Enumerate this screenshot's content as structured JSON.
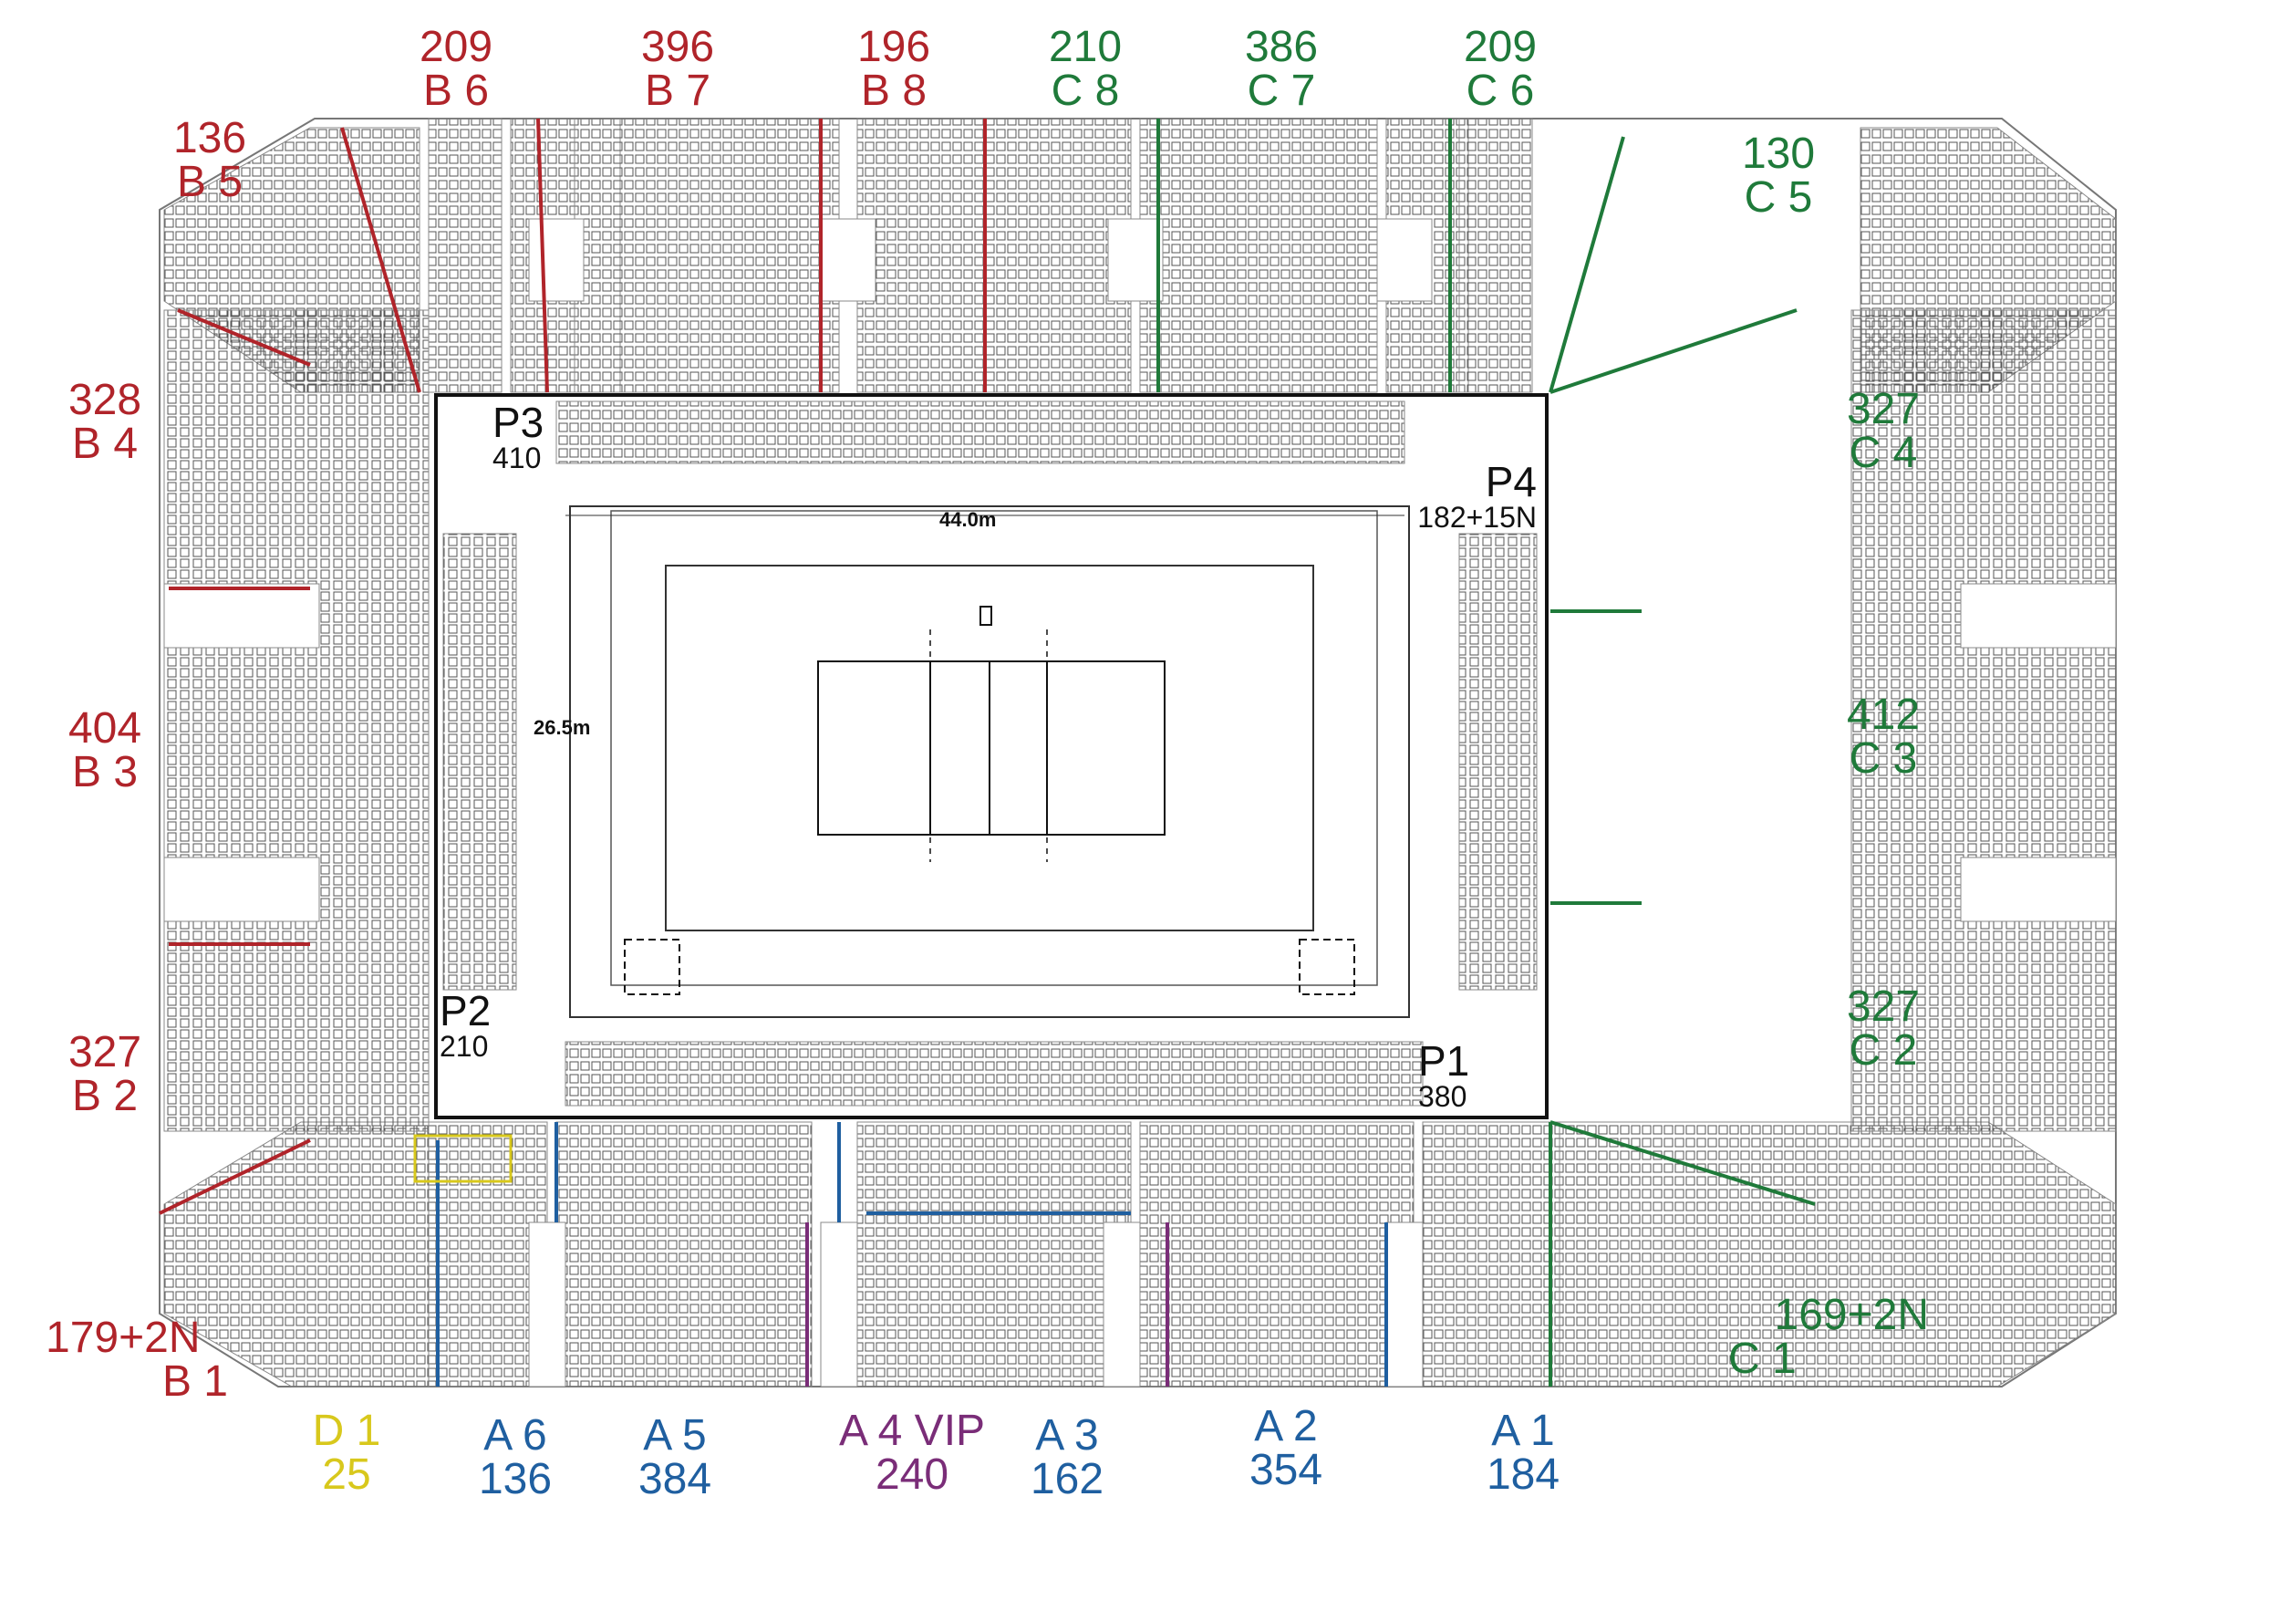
{
  "sections": {
    "b6": {
      "count": "209",
      "name": "B 6"
    },
    "b7": {
      "count": "396",
      "name": "B 7"
    },
    "b8": {
      "count": "196",
      "name": "B 8"
    },
    "c8": {
      "count": "210",
      "name": "C 8"
    },
    "c7": {
      "count": "386",
      "name": "C 7"
    },
    "c6": {
      "count": "209",
      "name": "C 6"
    },
    "b5": {
      "count": "136",
      "name": "B 5"
    },
    "c5": {
      "count": "130",
      "name": "C 5"
    },
    "b4": {
      "count": "328",
      "name": "B 4"
    },
    "c4": {
      "count": "327",
      "name": "C 4"
    },
    "b3": {
      "count": "404",
      "name": "B 3"
    },
    "c3": {
      "count": "412",
      "name": "C 3"
    },
    "b2": {
      "count": "327",
      "name": "B 2"
    },
    "c2": {
      "count": "327",
      "name": "C 2"
    },
    "b1": {
      "count": "179+2N",
      "name": "B 1"
    },
    "c1": {
      "count": "169+2N",
      "name": "C 1"
    },
    "d1": {
      "name": "D 1",
      "count": "25"
    },
    "a6": {
      "name": "A 6",
      "count": "136"
    },
    "a5": {
      "name": "A 5",
      "count": "384"
    },
    "a4": {
      "name": "A 4 VIP",
      "count": "240"
    },
    "a3": {
      "name": "A 3",
      "count": "162"
    },
    "a2": {
      "name": "A 2",
      "count": "354"
    },
    "a1": {
      "name": "A 1",
      "count": "184"
    }
  },
  "platforms": {
    "p1": {
      "name": "P1",
      "count": "380"
    },
    "p2": {
      "name": "P2",
      "count": "210"
    },
    "p3": {
      "name": "P3",
      "count": "410"
    },
    "p4": {
      "name": "P4",
      "count": "182+15N"
    }
  },
  "court": {
    "width_label": "44.0m",
    "height_label": "26.5m"
  },
  "colors": {
    "b_sections": "#b0242a",
    "c_sections": "#1f7a3a",
    "a_sections": "#1f5fa0",
    "vip": "#7a2d78",
    "d_section": "#d8c81c"
  }
}
